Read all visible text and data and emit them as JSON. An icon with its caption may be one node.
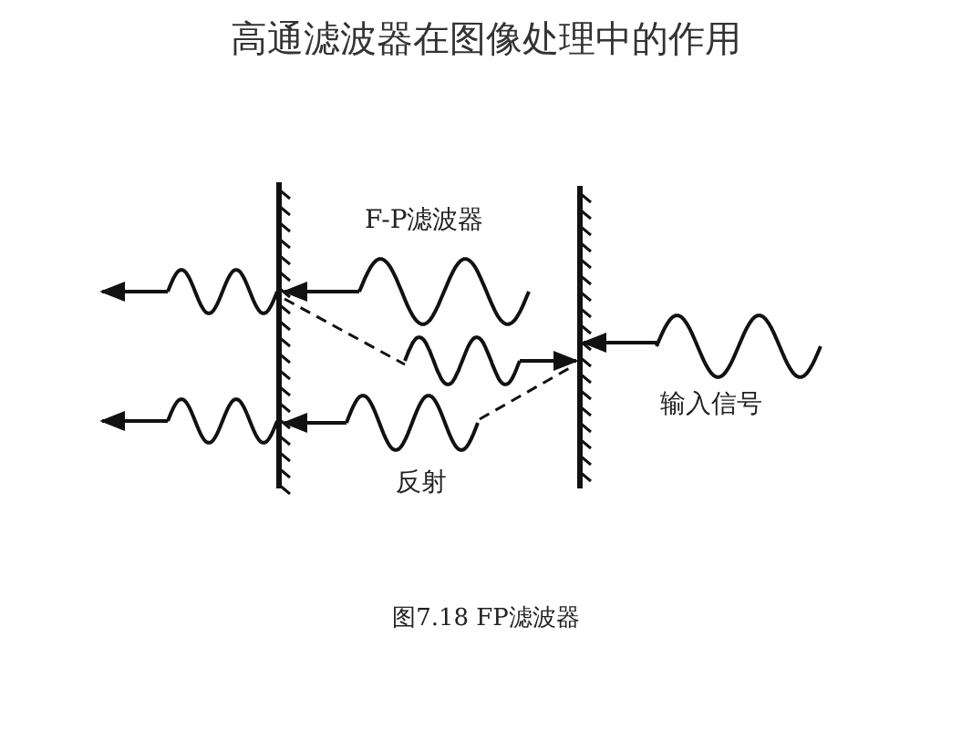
{
  "diagram": {
    "title": "高通滤波器在图像处理中的作用",
    "caption": "图7.18 FP滤波器",
    "labels": [
      "F-P滤波器",
      "输入信号",
      "反射"
    ]
  }
}
